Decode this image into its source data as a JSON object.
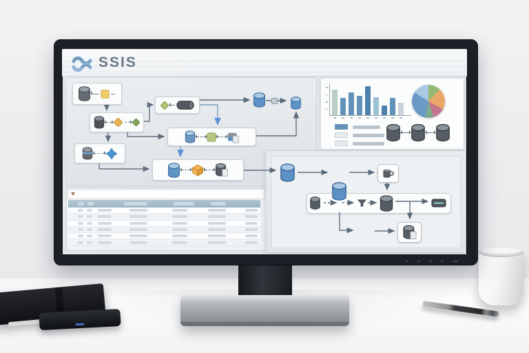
{
  "app": {
    "title": "SSIS"
  },
  "chart_data": [
    {
      "type": "bar",
      "title": "",
      "xlabel": "",
      "ylabel": "",
      "ylim": [
        0,
        100
      ],
      "categories": [
        "",
        "",
        "",
        "",
        "",
        "",
        "",
        "",
        ""
      ],
      "values": [
        78,
        52,
        68,
        58,
        88,
        55,
        30,
        52,
        38
      ],
      "bar_colors": [
        "#b7cdc6",
        "#6292ba",
        "#6292ba",
        "#6292ba",
        "#4d81ad",
        "#9cc0d6",
        "#4d81ad",
        "#6292ba",
        "#c7d3da"
      ],
      "legend_position": "below-left",
      "grid": false
    },
    {
      "type": "pie",
      "title": "",
      "slices": [
        {
          "label": "",
          "value": 12,
          "color": "#94b977"
        },
        {
          "label": "",
          "value": 21,
          "color": "#eaa768"
        },
        {
          "label": "",
          "value": 12,
          "color": "#c4748b"
        },
        {
          "label": "",
          "value": 8,
          "color": "#7fa98c"
        },
        {
          "label": "",
          "value": 31,
          "color": "#6b9ac7"
        },
        {
          "label": "",
          "value": 16,
          "color": "#a9c8e1"
        }
      ]
    }
  ],
  "analytics": {
    "legend_swatches": [
      "#6292ba",
      "#e6ebee",
      "#e6ebee"
    ],
    "db_chain_count": 3
  },
  "grid": {
    "row_count": 6
  },
  "flow_left": {
    "nodes": [
      {
        "id": "src-task",
        "icons": [
          "database-dark-icon",
          "yellow-square-icon"
        ]
      },
      {
        "id": "decision-task",
        "icons": [
          "database-dark-icon",
          "orange-diamond-icon",
          "green-diamond-icon"
        ]
      },
      {
        "id": "process-task",
        "icons": [
          "green-diamond-icon",
          "barrel-icon"
        ]
      },
      {
        "id": "split-task",
        "icons": [
          "database-striped-icon",
          "distribute-icon"
        ]
      },
      {
        "id": "transform-task",
        "icons": [
          "database-blue-icon",
          "green-square-icon",
          "folder-page-icon"
        ]
      },
      {
        "id": "load-task",
        "icons": [
          "database-blue-icon",
          "orange-cube-icon",
          "database-page-icon"
        ]
      },
      {
        "id": "dest-db-1",
        "icons": [
          "database-blue-icon"
        ]
      },
      {
        "id": "dest-db-2",
        "icons": [
          "database-blue-icon"
        ]
      }
    ]
  },
  "flow_right": {
    "nodes": [
      {
        "id": "source-edit-1",
        "icons": [
          "database-blue-pencil-icon"
        ]
      },
      {
        "id": "source-edit-2",
        "icons": [
          "database-blue-pencil-icon"
        ]
      },
      {
        "id": "mug-task",
        "icons": [
          "mug-icon"
        ]
      },
      {
        "id": "pipeline",
        "icons": [
          "database-dark-icon",
          "funnel-icon",
          "database-dark-icon",
          "striped-box-icon"
        ]
      },
      {
        "id": "source-edit-3",
        "icons": [
          "database-blue-pencil-icon"
        ]
      },
      {
        "id": "dest-task",
        "icons": [
          "database-page-icon"
        ]
      }
    ]
  },
  "scene": {
    "desk_items": [
      "notebook",
      "smartphone",
      "pen",
      "coffee-mug"
    ],
    "monitor_button_count": 5
  }
}
